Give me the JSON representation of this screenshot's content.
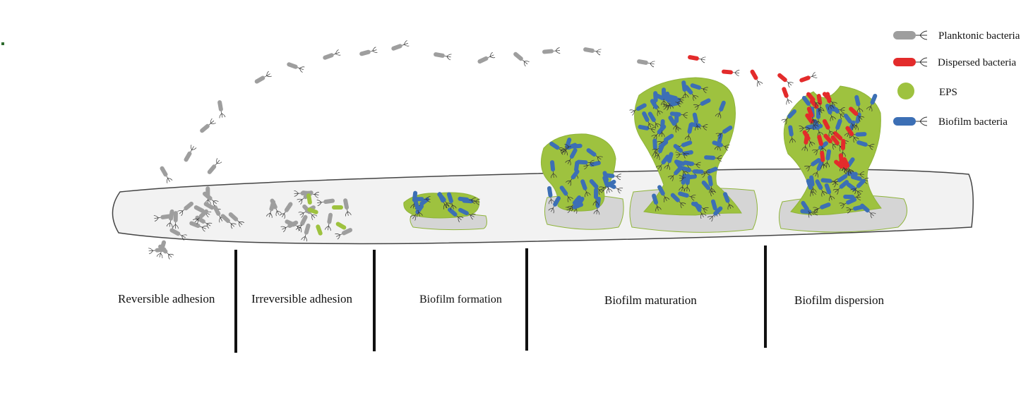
{
  "colors": {
    "planktonic": "#9e9e9e",
    "dispersed": "#e32b2b",
    "eps": "#9ec23f",
    "eps_stroke": "#8fb43a",
    "biofilm": "#3c6fb5",
    "surface_fill": "#f2f2f2",
    "surface_stroke": "#444444",
    "base_fill": "#d5d5d5"
  },
  "stages": [
    {
      "label": "Reversible adhesion"
    },
    {
      "label": "Irreversible adhesion"
    },
    {
      "label": "Biofilm formation"
    },
    {
      "label": "Biofilm maturation"
    },
    {
      "label": "Biofilm dispersion"
    }
  ],
  "legend": [
    {
      "label": "Planktonic bacteria",
      "kind": "rod",
      "color_key": "planktonic"
    },
    {
      "label": "Dispersed bacteria",
      "kind": "rod",
      "color_key": "dispersed"
    },
    {
      "label": "EPS",
      "kind": "dot",
      "color_key": "eps"
    },
    {
      "label": "Biofilm bacteria",
      "kind": "rod",
      "color_key": "biofilm"
    }
  ]
}
